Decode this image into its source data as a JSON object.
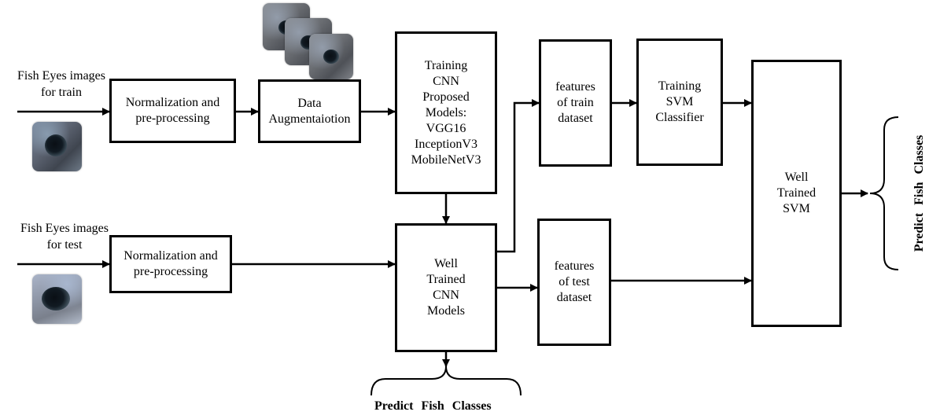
{
  "inputs": {
    "train_label": "Fish Eyes images\nfor train",
    "test_label": "Fish Eyes images\nfor test"
  },
  "boxes": {
    "norm_train": "Normalization and\npre-processing",
    "norm_test": "Normalization and\npre-processing",
    "augmentation": "Data\nAugmentaiotion",
    "cnn_training": "Training\nCNN\nProposed\nModels:\nVGG16\nInceptionV3\nMobileNetV3",
    "cnn_trained": "Well\nTrained\nCNN\nModels",
    "features_train": "features\nof train\ndataset",
    "features_test": "features\nof test\ndataset",
    "svm_training": "Training\nSVM\nClassifier",
    "svm_trained": "Well\nTrained\nSVM"
  },
  "outputs": {
    "predict_bottom": "Predict  Fish  Classes",
    "predict_right": "Predict  Fish  Classes"
  },
  "images": {
    "train_eye": "fish-eye-train-image",
    "test_eye": "fish-eye-test-image",
    "augmented_stack": "augmented-fish-eye-images"
  }
}
